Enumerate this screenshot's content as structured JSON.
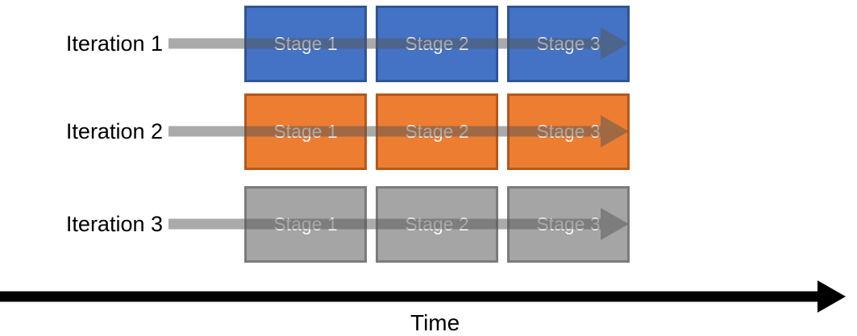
{
  "diagram": {
    "rows": [
      {
        "label": "Iteration 1",
        "stages": [
          "Stage 1",
          "Stage 2",
          "Stage 3"
        ],
        "fill_color": "#4472C4",
        "border_color": "#2F5597"
      },
      {
        "label": "Iteration 2",
        "stages": [
          "Stage 1",
          "Stage 2",
          "Stage 3"
        ],
        "fill_color": "#ED7D31",
        "border_color": "#B5581C"
      },
      {
        "label": "Iteration 3",
        "stages": [
          "Stage 1",
          "Stage 2",
          "Stage 3"
        ],
        "fill_color": "#A5A5A5",
        "border_color": "#7B7B7B"
      }
    ],
    "row_arrow": {
      "icon": "right-arrow-icon",
      "color": "#555555",
      "opacity_percent": 50
    },
    "time_axis": {
      "label": "Time",
      "arrow_color": "#000000"
    },
    "background_color": "#FFFFFF",
    "stage_text_color": "#FFFFFF",
    "label_text_color": "#000000"
  }
}
